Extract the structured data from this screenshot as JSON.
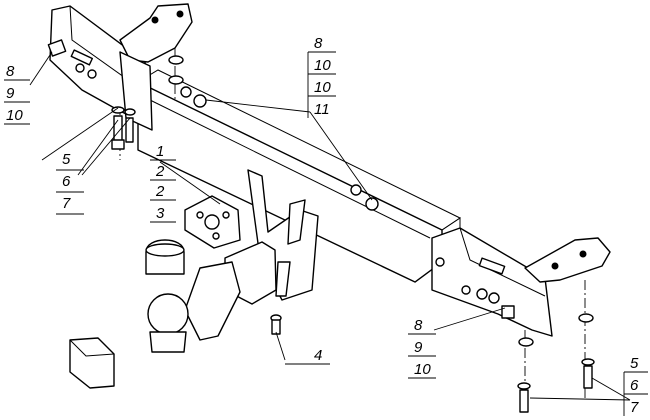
{
  "callouts": {
    "left_group_a": [
      "8",
      "9",
      "10"
    ],
    "left_group_b": [
      "5",
      "6",
      "7"
    ],
    "center_group": [
      "1",
      "2",
      "2",
      "3"
    ],
    "top_right_group": [
      "8",
      "10",
      "10",
      "11"
    ],
    "bottom_center_label": "4",
    "bottom_right_group_a": [
      "8",
      "9",
      "10"
    ],
    "bottom_right_group_b": [
      "5",
      "6",
      "7"
    ]
  },
  "colors": {
    "line": "#000000",
    "background": "#ffffff"
  }
}
